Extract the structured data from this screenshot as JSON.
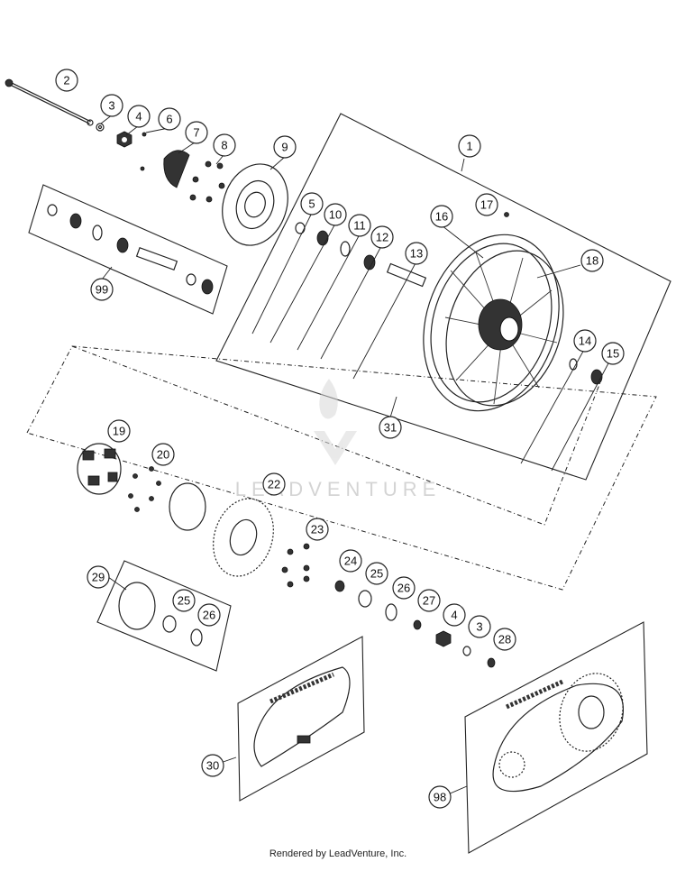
{
  "watermark": "LEADVENTURE",
  "footer": "Rendered by LeadVenture, Inc.",
  "callouts": {
    "c1": "1",
    "c2": "2",
    "c3": "3",
    "c3b": "3",
    "c4": "4",
    "c4b": "4",
    "c5": "5",
    "c6": "6",
    "c7": "7",
    "c8": "8",
    "c9": "9",
    "c10": "10",
    "c11": "11",
    "c12": "12",
    "c13": "13",
    "c14": "14",
    "c15": "15",
    "c16": "16",
    "c17": "17",
    "c18": "18",
    "c19": "19",
    "c20": "20",
    "c22": "22",
    "c23": "23",
    "c24": "24",
    "c25": "25",
    "c25b": "25",
    "c26": "26",
    "c26b": "26",
    "c27": "27",
    "c28": "28",
    "c29": "29",
    "c30": "30",
    "c31": "31",
    "c98": "98",
    "c99": "99"
  }
}
